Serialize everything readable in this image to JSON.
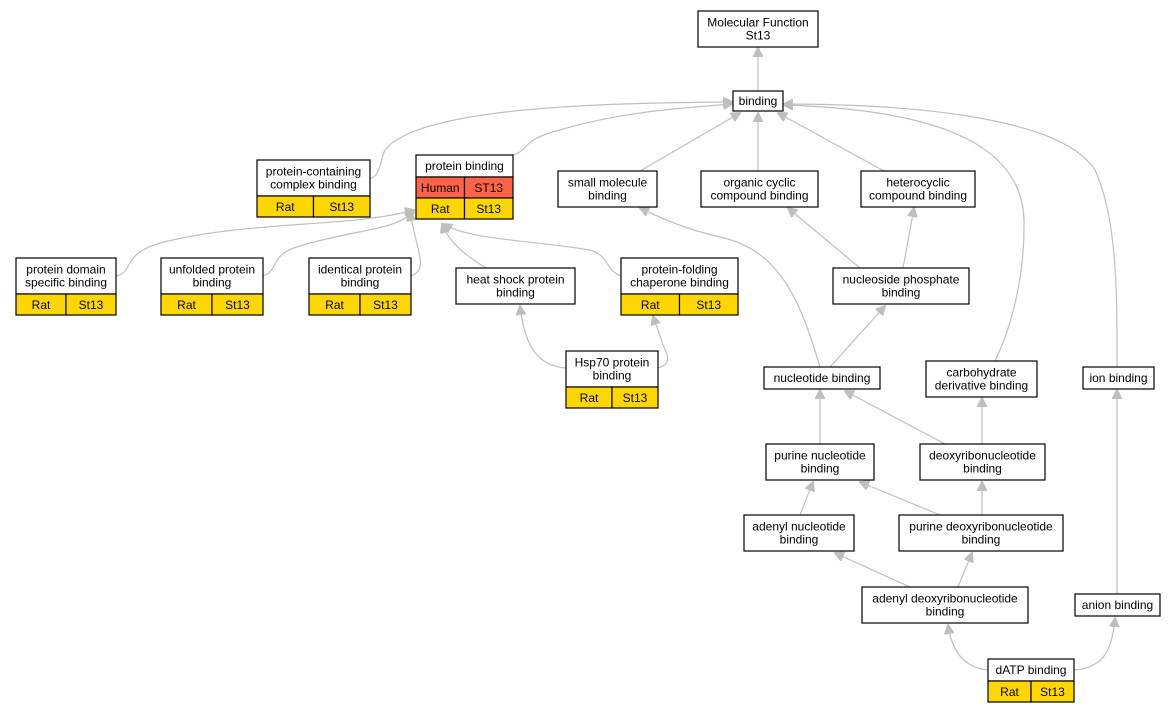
{
  "colors": {
    "rat_cell": "#ffd700",
    "human_cell": "#ff6347",
    "edge": "#bfbfbf",
    "node_border": "#000000"
  },
  "nodes": [
    {
      "id": "mf",
      "lines": [
        "Molecular Function",
        "St13"
      ]
    },
    {
      "id": "binding",
      "lines": [
        "binding"
      ]
    },
    {
      "id": "pcc",
      "lines": [
        "protein-containing",
        "complex binding"
      ],
      "cells": [
        [
          "Rat",
          "St13"
        ]
      ]
    },
    {
      "id": "pb",
      "lines": [
        "protein binding"
      ],
      "cells": [
        [
          "Human",
          "ST13"
        ],
        [
          "Rat",
          "St13"
        ]
      ]
    },
    {
      "id": "smb",
      "lines": [
        "small molecule",
        "binding"
      ]
    },
    {
      "id": "occb",
      "lines": [
        "organic cyclic",
        "compound binding"
      ]
    },
    {
      "id": "hcb",
      "lines": [
        "heterocyclic",
        "compound binding"
      ]
    },
    {
      "id": "pdsb",
      "lines": [
        "protein domain",
        "specific binding"
      ],
      "cells": [
        [
          "Rat",
          "St13"
        ]
      ]
    },
    {
      "id": "upb",
      "lines": [
        "unfolded protein",
        "binding"
      ],
      "cells": [
        [
          "Rat",
          "St13"
        ]
      ]
    },
    {
      "id": "ipb",
      "lines": [
        "identical protein",
        "binding"
      ],
      "cells": [
        [
          "Rat",
          "St13"
        ]
      ]
    },
    {
      "id": "hspb",
      "lines": [
        "heat shock protein",
        "binding"
      ]
    },
    {
      "id": "pfcb",
      "lines": [
        "protein-folding",
        "chaperone binding"
      ],
      "cells": [
        [
          "Rat",
          "St13"
        ]
      ]
    },
    {
      "id": "npb",
      "lines": [
        "nucleoside phosphate",
        "binding"
      ]
    },
    {
      "id": "hsp70",
      "lines": [
        "Hsp70 protein",
        "binding"
      ],
      "cells": [
        [
          "Rat",
          "St13"
        ]
      ]
    },
    {
      "id": "nb",
      "lines": [
        "nucleotide binding"
      ]
    },
    {
      "id": "cdb",
      "lines": [
        "carbohydrate",
        "derivative binding"
      ]
    },
    {
      "id": "ionb",
      "lines": [
        "ion binding"
      ]
    },
    {
      "id": "pnb",
      "lines": [
        "purine nucleotide",
        "binding"
      ]
    },
    {
      "id": "drnb",
      "lines": [
        "deoxyribonucleotide",
        "binding"
      ]
    },
    {
      "id": "anb",
      "lines": [
        "adenyl nucleotide",
        "binding"
      ]
    },
    {
      "id": "pdrnb",
      "lines": [
        "purine deoxyribonucleotide",
        "binding"
      ]
    },
    {
      "id": "adrnb",
      "lines": [
        "adenyl deoxyribonucleotide",
        "binding"
      ]
    },
    {
      "id": "anion",
      "lines": [
        "anion binding"
      ]
    },
    {
      "id": "datp",
      "lines": [
        "dATP binding"
      ],
      "cells": [
        [
          "Rat",
          "St13"
        ]
      ]
    }
  ],
  "edges": [
    {
      "from": "binding",
      "to": "mf"
    },
    {
      "from": "pcc",
      "to": "binding"
    },
    {
      "from": "pb",
      "to": "binding"
    },
    {
      "from": "smb",
      "to": "binding"
    },
    {
      "from": "occb",
      "to": "binding"
    },
    {
      "from": "hcb",
      "to": "binding"
    },
    {
      "from": "cdb",
      "to": "binding"
    },
    {
      "from": "ionb",
      "to": "binding"
    },
    {
      "from": "pdsb",
      "to": "pb"
    },
    {
      "from": "upb",
      "to": "pb"
    },
    {
      "from": "ipb",
      "to": "pb"
    },
    {
      "from": "hspb",
      "to": "pb"
    },
    {
      "from": "pfcb",
      "to": "pb"
    },
    {
      "from": "hsp70",
      "to": "hspb"
    },
    {
      "from": "hsp70",
      "to": "pfcb"
    },
    {
      "from": "npb",
      "to": "occb"
    },
    {
      "from": "npb",
      "to": "hcb"
    },
    {
      "from": "nb",
      "to": "smb"
    },
    {
      "from": "nb",
      "to": "npb"
    },
    {
      "from": "pnb",
      "to": "nb"
    },
    {
      "from": "drnb",
      "to": "nb"
    },
    {
      "from": "drnb",
      "to": "cdb"
    },
    {
      "from": "anb",
      "to": "pnb"
    },
    {
      "from": "pdrnb",
      "to": "pnb"
    },
    {
      "from": "pdrnb",
      "to": "drnb"
    },
    {
      "from": "adrnb",
      "to": "anb"
    },
    {
      "from": "adrnb",
      "to": "pdrnb"
    },
    {
      "from": "datp",
      "to": "adrnb"
    },
    {
      "from": "datp",
      "to": "anion"
    },
    {
      "from": "anion",
      "to": "ionb"
    }
  ]
}
